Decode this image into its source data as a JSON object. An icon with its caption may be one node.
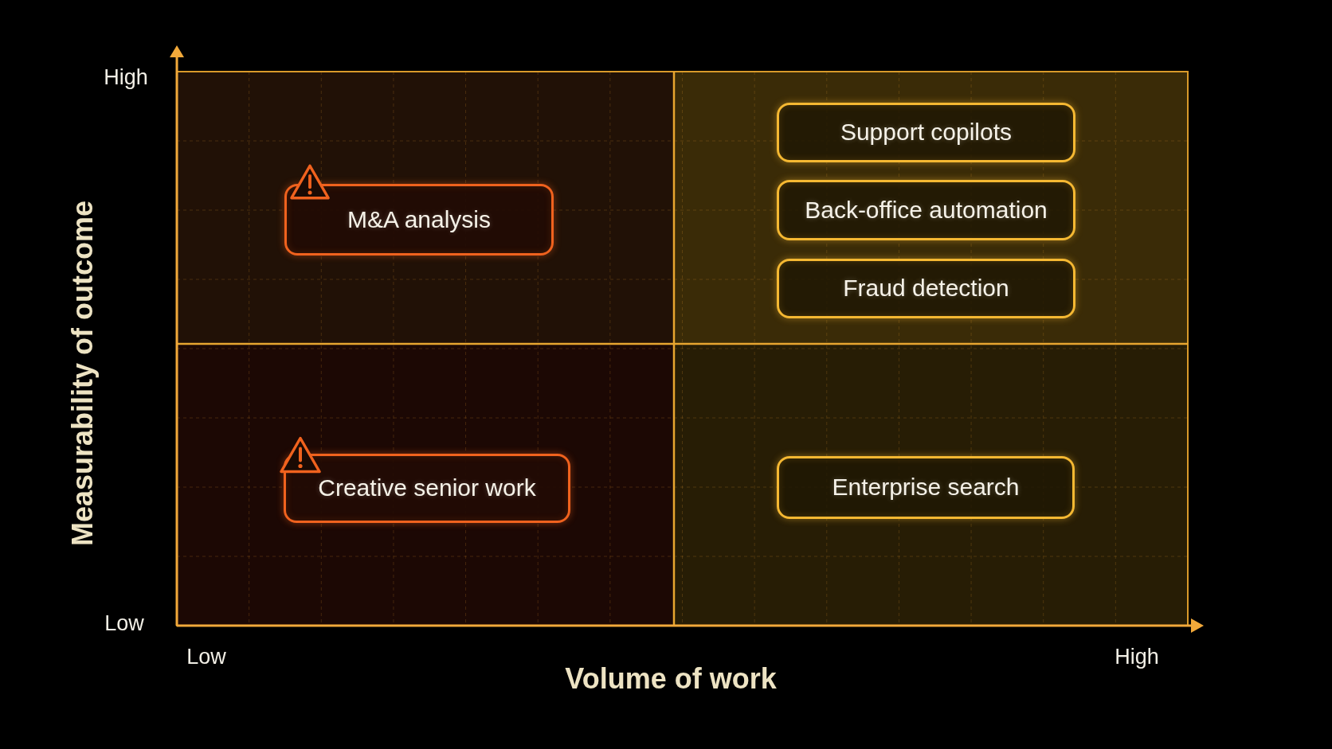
{
  "diagram": {
    "nodes": [
      {
        "text": [
          "M&A analysis"
        ]
      },
      {
        "text": [
          "Support copilots"
        ]
      },
      {
        "text": [
          "Back-office automation"
        ]
      },
      {
        "text": [
          "Fraud detection"
        ]
      },
      {
        "text": [
          "Creative senior work"
        ]
      },
      {
        "text": [
          "Enterprise search"
        ]
      }
    ],
    "labels": [
      "High",
      "Measurability of outcome",
      "Low",
      "Low",
      "High",
      "Volume of work"
    ]
  }
}
